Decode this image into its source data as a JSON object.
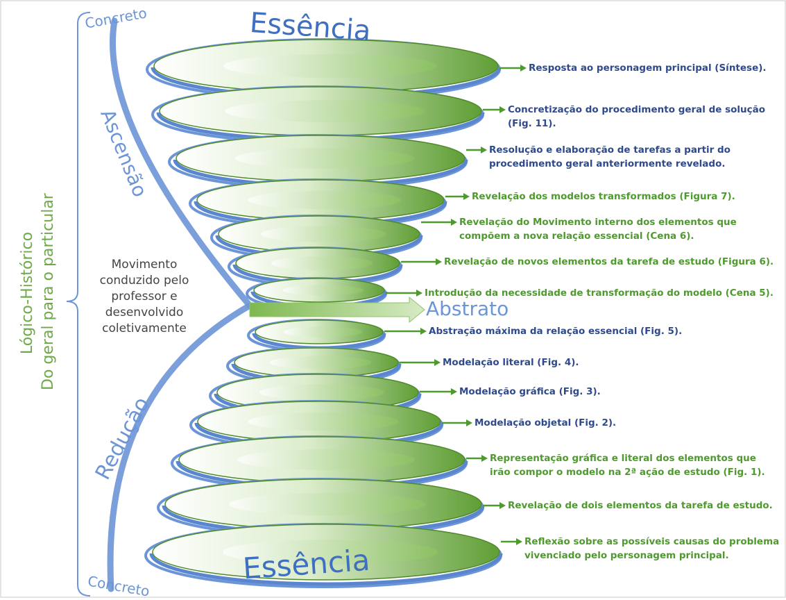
{
  "side_title": {
    "line1": "Lógico-Histórico",
    "line2": "Do geral para o particular"
  },
  "spiral_words": {
    "top_concrete": "Concreto",
    "bottom_concrete": "Concreto",
    "ascent": "Ascensão",
    "reduction": "Redução",
    "top_essence": "Essência",
    "bottom_essence": "Essência",
    "abstract": "Abstrato"
  },
  "center_text": "Movimento conduzido pelo professor e desenvolvido coletivamente",
  "steps": [
    {
      "lines": [
        "Resposta ao personagem principal (Síntese)."
      ],
      "color": "blue"
    },
    {
      "lines": [
        "Concretização do procedimento geral de solução",
        "(Fig. 11)."
      ],
      "color": "blue"
    },
    {
      "lines": [
        "Resolução e elaboração de tarefas a partir do",
        "procedimento geral anteriormente revelado."
      ],
      "color": "blue"
    },
    {
      "lines": [
        "Revelação dos modelos transformados (Figura 7)."
      ],
      "color": "green"
    },
    {
      "lines": [
        "Revelação do Movimento interno dos elementos que",
        "compõem a nova relação essencial (Cena 6)."
      ],
      "color": "green"
    },
    {
      "lines": [
        "Revelação de novos elementos da tarefa de estudo (Figura 6)."
      ],
      "color": "green"
    },
    {
      "lines": [
        "Introdução da necessidade de transformação do modelo (Cena 5)."
      ],
      "color": "green"
    },
    {
      "lines": [
        "Abstração máxima da relação essencial (Fig. 5)."
      ],
      "color": "blue"
    },
    {
      "lines": [
        "Modelação literal (Fig. 4)."
      ],
      "color": "blue"
    },
    {
      "lines": [
        "Modelação gráfica (Fig. 3)."
      ],
      "color": "blue"
    },
    {
      "lines": [
        "Modelação objetal (Fig. 2)."
      ],
      "color": "blue"
    },
    {
      "lines": [
        "Representação gráfica e literal dos elementos que",
        "irão compor o modelo na 2ª ação de estudo (Fig. 1)."
      ],
      "color": "green"
    },
    {
      "lines": [
        "Revelação de dois elementos da tarefa de estudo."
      ],
      "color": "green"
    },
    {
      "lines": [
        "Reflexão sobre as possíveis causas do problema",
        "vivenciado pelo personagem principal."
      ],
      "color": "green"
    }
  ],
  "colors": {
    "blue_text": "#2e4a8c",
    "green_text": "#4f9a2e",
    "ring_blue": "#6b95d6",
    "disc_green": "#6aaa3c",
    "side_title_green": "#6ea94a"
  }
}
